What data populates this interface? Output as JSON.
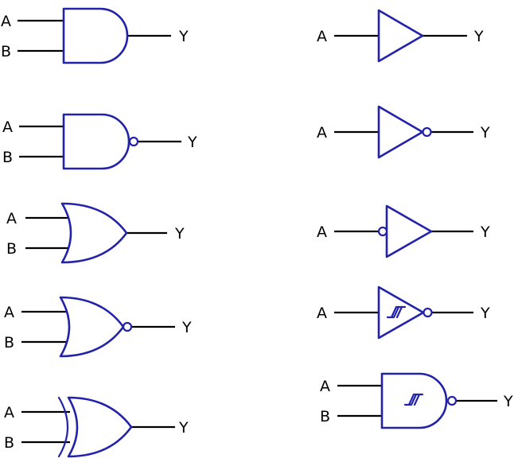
{
  "colors": {
    "gate_stroke": "#2222aa",
    "wire": "#000000",
    "background": "#ffffff"
  },
  "gates": {
    "and": {
      "in_a": "A",
      "in_b": "B",
      "out": "Y"
    },
    "nand": {
      "in_a": "A",
      "in_b": "B",
      "out": "Y"
    },
    "or": {
      "in_a": "A",
      "in_b": "B",
      "out": "Y"
    },
    "nor": {
      "in_a": "A",
      "in_b": "B",
      "out": "Y"
    },
    "xor": {
      "in_a": "A",
      "in_b": "B",
      "out": "Y"
    },
    "buffer": {
      "in_a": "A",
      "out": "Y"
    },
    "not": {
      "in_a": "A",
      "out": "Y"
    },
    "not_input": {
      "in_a": "A",
      "out": "Y"
    },
    "schmitt_not": {
      "in_a": "A",
      "out": "Y"
    },
    "schmitt_nand": {
      "in_a": "A",
      "in_b": "B",
      "out": "Y"
    }
  }
}
